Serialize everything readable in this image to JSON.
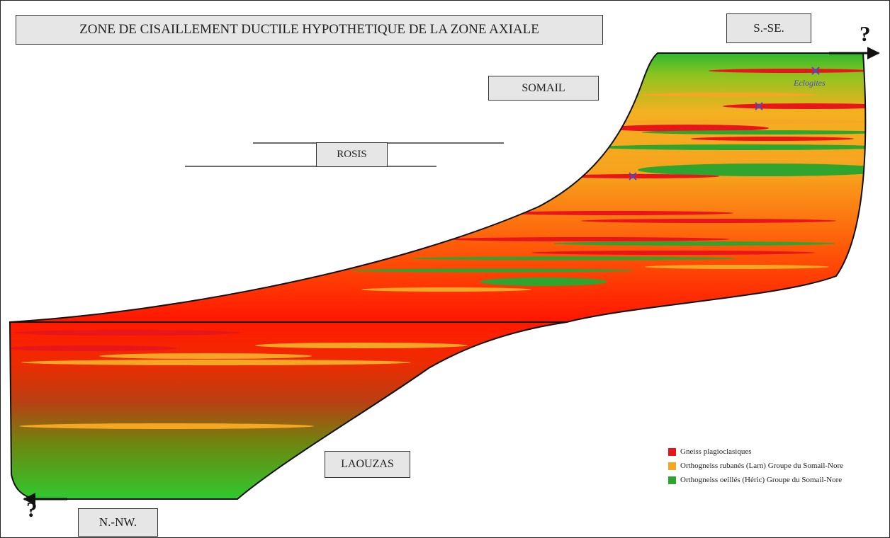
{
  "title": "ZONE DE CISAILLEMENT DUCTILE HYPOTHETIQUE DE LA ZONE AXIALE",
  "labels": {
    "sse": "S.-SE.",
    "nnw": "N.-NW.",
    "somail": "SOMAIL",
    "rosis": "ROSIS",
    "laouzas": "LAOUZAS",
    "question_top": "?",
    "question_bottom": "?",
    "eclogites": "Eclogites"
  },
  "legend": [
    {
      "label": "Gneiss plagioclasiques",
      "color": "#e8161a"
    },
    {
      "label": "Orthogneiss rubanés (Larn) Groupe du Somail-Nore",
      "color": "#f5a623"
    },
    {
      "label": "Orthogneiss oeillés (Héric) Groupe du Somail-Nore",
      "color": "#2fa52f"
    }
  ],
  "colors": {
    "green": "#2fb82f",
    "orange": "#f7a21d",
    "red": "#ff1a00",
    "dark_red": "#b03a10",
    "eclogite_mark": "#4a4ad0"
  }
}
